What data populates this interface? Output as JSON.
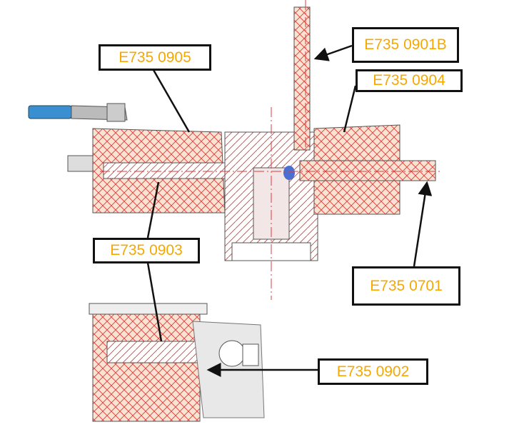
{
  "colors": {
    "label_text": "#f5a800",
    "hatch": "#e23b3b",
    "fill": "#f7dcc8",
    "handle": "#3a8fd0"
  },
  "labels": {
    "part_0905": "E735 0905",
    "part_0901b": "E735 0901B",
    "part_0904": "E735 0904",
    "part_0903": "E735 0903",
    "part_0701": "E735 0701",
    "part_0902": "E735 0902"
  }
}
